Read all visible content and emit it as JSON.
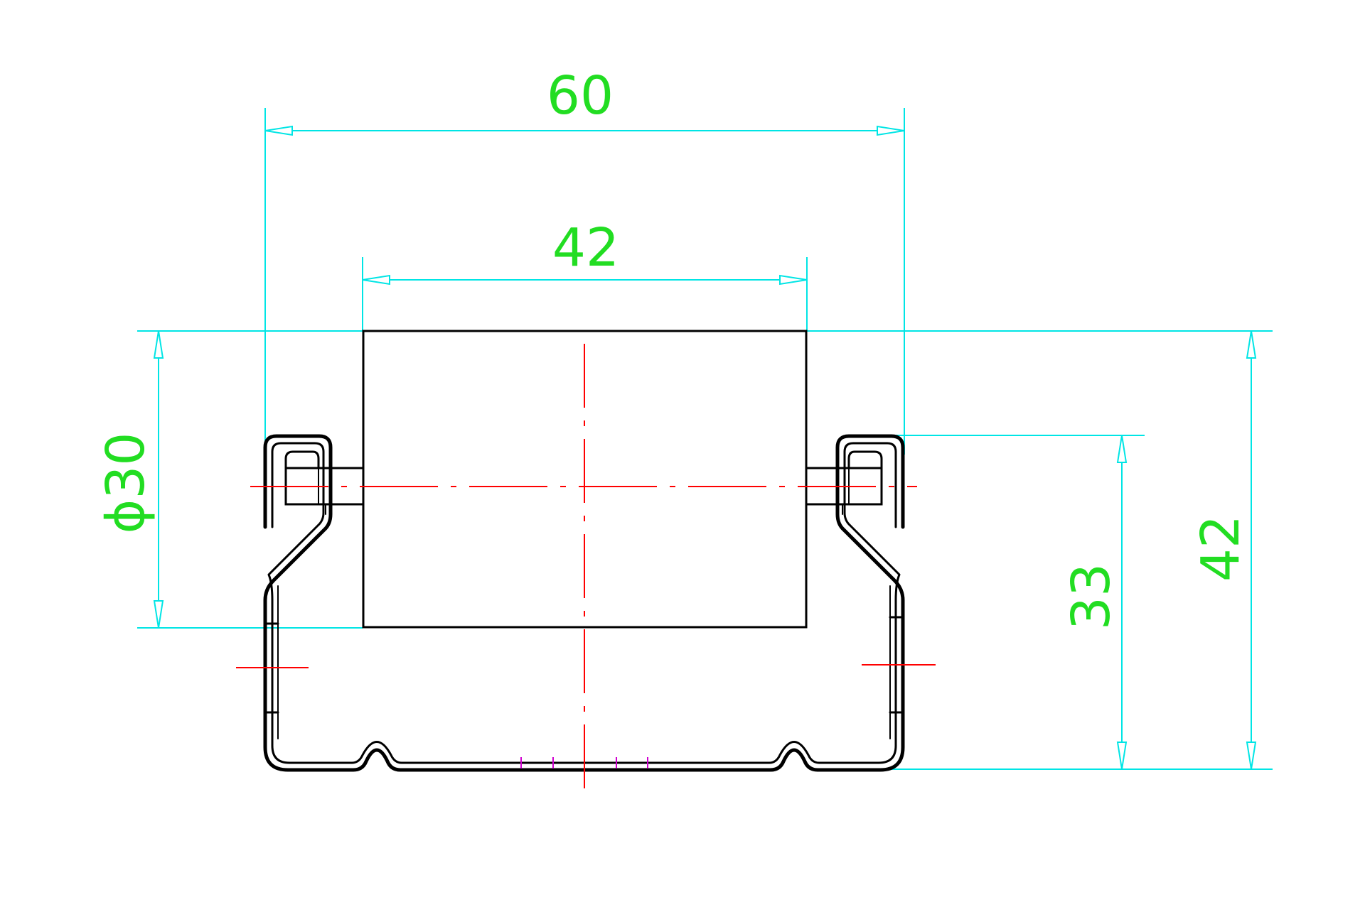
{
  "colors": {
    "background": "#ffffff",
    "outline": "#000000",
    "dimension_line": "#00e5e5",
    "dimension_text": "#22dd22",
    "center_line": "#ff0000",
    "tick_marks": "#d000d0"
  },
  "dimensions": {
    "overall_width": "60",
    "roller_length": "42",
    "roller_diameter": "ϕ30",
    "shaft_height": "33",
    "overall_height": "42"
  }
}
